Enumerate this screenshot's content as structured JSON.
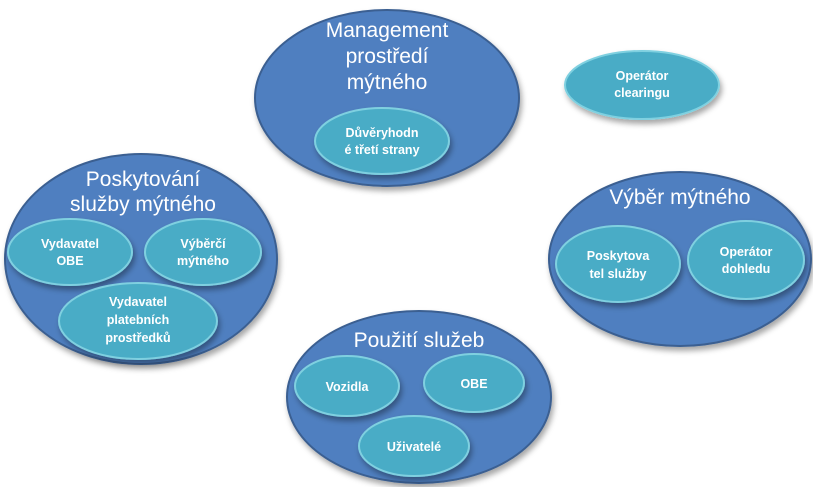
{
  "groups": {
    "management": {
      "title_lines": [
        "Management",
        "prostředí",
        "mýtného"
      ]
    },
    "poskytovani": {
      "title_lines": [
        "Poskytování",
        "služby mýtného"
      ]
    },
    "vyber": {
      "title_lines": [
        "Výběr mýtného"
      ]
    },
    "pouziti": {
      "title_lines": [
        "Použití služeb"
      ]
    }
  },
  "nodes": {
    "duveryhodne": [
      "Důvěryhodn",
      "é třetí strany"
    ],
    "operator_clearingu": [
      "Operátor",
      "clearingu"
    ],
    "vydavatel_obe": [
      "Vydavatel",
      "OBE"
    ],
    "vyberci": [
      "Výběrčí",
      "mýtného"
    ],
    "vydavatel_platebnich": [
      "Vydavatel",
      "platebních",
      "prostředků"
    ],
    "poskytovatel": [
      "Poskytova",
      "tel služby"
    ],
    "operator_dohledu": [
      "Operátor",
      "dohledu"
    ],
    "vozidla": [
      "Vozidla"
    ],
    "obe": [
      "OBE"
    ],
    "uzivatele": [
      "Uživatelé"
    ]
  },
  "colors": {
    "outer_fill": "#4f7fc0",
    "outer_stroke": "#3a5f91",
    "inner_fill": "#4aacc6",
    "inner_stroke": "#7fd0e0",
    "text": "#ffffff"
  }
}
